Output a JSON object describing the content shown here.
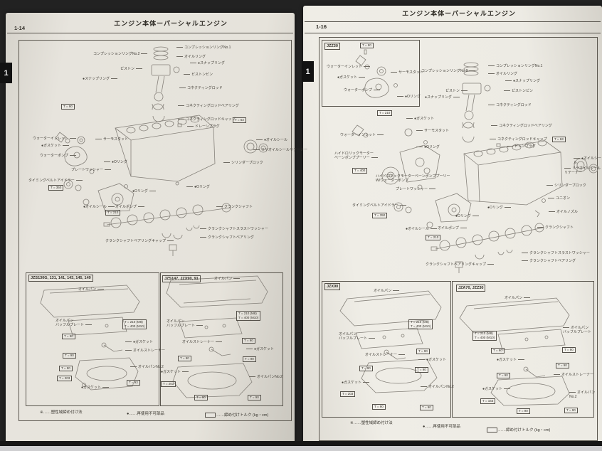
{
  "header": "エンジン本体ーパーシャルエンジン",
  "tab_label": "1",
  "legend": {
    "plastic": "※……塑性域締め付け法",
    "nonreuse": "●……再使用不可部品",
    "torque": "……締め付けトルク (kg・cm)"
  },
  "left": {
    "page_number": "1-14",
    "labels": [
      "コンプレッションリングNo.1",
      "コンプレッションリングNo.2",
      "オイルリング",
      "●スナップリング",
      "ピストン",
      "ピストンピン",
      "●スナップリング",
      "コネクティングロッド",
      "コネクティングロッドベアリング",
      "コネクティングロッドキャップ",
      "ドレーンプラグ",
      "ウォーターインレット",
      "サーモスタット",
      "●ガスケット",
      "ウォーターポンプ",
      "●Oリング",
      "プレートワッシャー",
      "タイミングベルトアイドラー",
      "●オイルシール",
      "リヤオイルシールリテーナー",
      "シリンダーブロック",
      "●Oリング",
      "●Oリング",
      "●オイルシール",
      "オイルポンプ",
      "クランクシャフト",
      "クランクシャフトスラストワッシャー",
      "クランクシャフトベアリング",
      "クランクシャフトベアリングキャップ"
    ],
    "torques": [
      "T = 90",
      "T = 63",
      "T = 350",
      "T = 210"
    ],
    "pan_boxes": [
      {
        "title": "JZS130G, 131, 141, 143, 145, 149",
        "labels": [
          "オイルパン",
          "オイルパン\nバッフルプレート",
          "●ガスケット",
          "オイルストレーナー",
          "オイルパンNo.2",
          "●ガスケット"
        ],
        "torques": [
          "T = 210 (M8)\nT = 400 (M10)",
          "T = 90",
          "T = 90",
          "T = 90",
          "T = 203",
          "T = 93"
        ]
      },
      {
        "title": "JZS147, JZX90, 91",
        "labels": [
          "オイルパン",
          "オイルパン\nバッフルプレート",
          "オイルストレーナー",
          "●ガスケット",
          "●ガスケット",
          "オイルパンNo.2"
        ],
        "torques": [
          "T = 210 (M8)\nT = 400 (M10)",
          "T = 90",
          "T = 90",
          "T = 90",
          "T = 203",
          "T = 90",
          "T = 90"
        ]
      }
    ]
  },
  "right": {
    "page_number": "1-16",
    "inset": {
      "title": "JZZ30",
      "labels": [
        "ウォーターインレット",
        "サーモスタット",
        "●ガスケット",
        "ウォーターポンプ",
        "●Oリング"
      ],
      "torques": [
        "T = 90"
      ]
    },
    "labels": [
      "コンプレッションリングNo.1",
      "コンプレッションリングNo.2",
      "オイルリング",
      "●スナップリング",
      "ピストン",
      "ピストンピン",
      "●スナップリング",
      "コネクティングロッド",
      "コネクティングロッドベアリング",
      "コネクティングロッドキャップ",
      "ドレンプラグ",
      "●ガスケット",
      "ウォーターインレット",
      "サーモスタット",
      "●Oリング",
      "ハイドロリックモーター\nベーンポンププーリー",
      "ハイドロリックモーターベーンポンププーリー\nW/ウォーターポンプ",
      "プレートワッシャー",
      "タイミングベルトアイドラー",
      "●オイルシール",
      "オイルポンプ",
      "●Oリング",
      "●Oリング",
      "●オイルシール",
      "リヤオイルシールリテーナー",
      "シリンダーブロック",
      "ユニオン",
      "オイルノズル",
      "クランクシャフト",
      "クランクシャフトスラストワッシャー",
      "クランクシャフトベアリング",
      "クランクシャフトベアリングキャップ"
    ],
    "torques": [
      "T = 210",
      "T = 63",
      "T = 400",
      "T = 350",
      "T = 210"
    ],
    "pan_boxes": [
      {
        "title": "JZX90",
        "labels": [
          "オイルパン",
          "オイルパン\nバッフルプレート",
          "オイルストレーナー",
          "●ガスケット",
          "●ガスケット",
          "オイルパンNo.2"
        ],
        "torques": [
          "T = 210 (M8)\nT = 400 (M10)",
          "T = 90",
          "T = 90",
          "T = 90",
          "T = 203",
          "T = 90",
          "T = 90"
        ]
      },
      {
        "title": "JZA70, JZZ30",
        "labels": [
          "オイルパン",
          "オイルパン\nバッフルプレート",
          "●ガスケット",
          "オイルストレーナー",
          "●ガスケット",
          "オイルパンNo.2"
        ],
        "torques": [
          "T = 210 (M8)\nT = 400 (M10)",
          "T = 90",
          "T = 90",
          "T = 90",
          "T = 90",
          "T = 163",
          "T = 90",
          "T = 90"
        ]
      }
    ]
  }
}
